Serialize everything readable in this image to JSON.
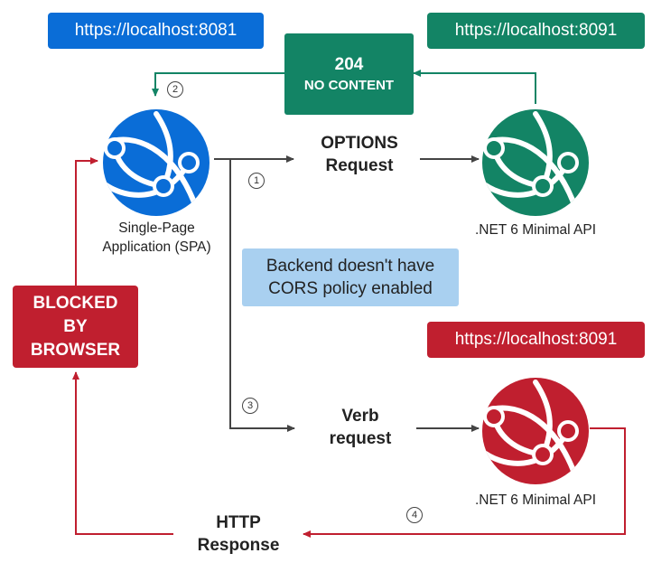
{
  "colors": {
    "blue": "#0a6dd7",
    "green": "#138465",
    "red": "#c01f2f",
    "gray_line": "#444444",
    "note_bg": "#a9d0f0"
  },
  "header": {
    "spa_url": "https://localhost:8081",
    "api_url_top": "https://localhost:8091"
  },
  "status_box": {
    "code": "204",
    "text": "NO CONTENT"
  },
  "spa": {
    "icon": "globe-network-icon",
    "label_line1": "Single-Page",
    "label_line2": "Application (SPA)"
  },
  "preflight": {
    "line1": "OPTIONS",
    "line2": "Request"
  },
  "api_top": {
    "icon": "globe-network-icon",
    "label": ".NET 6 Minimal API"
  },
  "note": {
    "line1": "Backend doesn't have",
    "line2": "CORS policy enabled"
  },
  "blocked": {
    "line1": "BLOCKED",
    "line2": "BY",
    "line3": "BROWSER"
  },
  "api_bottom_url": "https://localhost:8091",
  "verb": {
    "line1": "Verb",
    "line2": "request"
  },
  "api_bottom": {
    "icon": "globe-network-icon",
    "label": ".NET 6 Minimal API"
  },
  "response": {
    "line1": "HTTP",
    "line2": "Response"
  },
  "steps": [
    "1",
    "2",
    "3",
    "4"
  ]
}
